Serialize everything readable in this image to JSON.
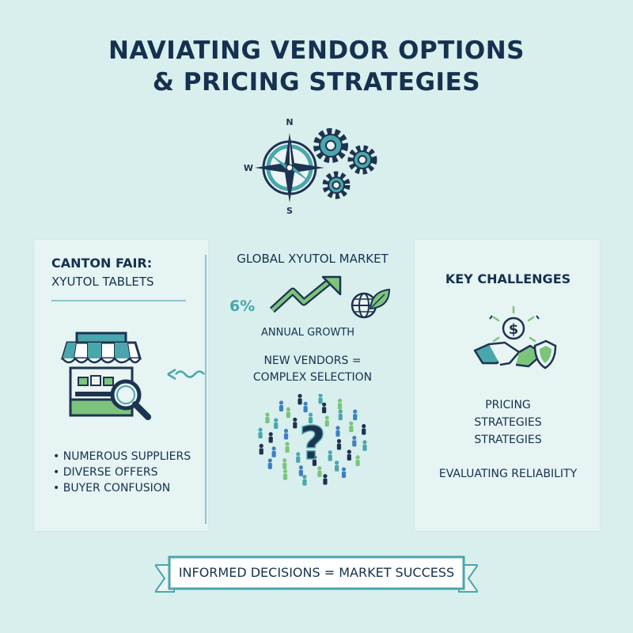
{
  "title": {
    "line1": "NAVIATING VENDOR OPTIONS",
    "line2": "& PRICING STRATEGIES"
  },
  "compass": {
    "north": "N",
    "west": "W",
    "south": "S"
  },
  "left_panel": {
    "heading": "CANTON FAIR:",
    "subheading": "XYUTOL TABLETS",
    "bullets": [
      "NUMEROUS SUPPLIERS",
      "DIVERSE OFFERS",
      "BUYER CONFUSION"
    ]
  },
  "middle": {
    "heading": "GLOBAL XYUTOL MARKET",
    "growth_value": "6%",
    "growth_label": "ANNUAL GROWTH",
    "new_vendors_line1": "NEW VENDORS =",
    "new_vendors_line2": "COMPLEX SELECTION"
  },
  "right_panel": {
    "heading": "KEY CHALLENGES",
    "strategy_lines": [
      "PRICING",
      "STRATEGIES",
      "STRATEGIES"
    ],
    "evaluating": "EVALUATING RELIABILITY"
  },
  "banner": {
    "text": "INFORMED DECISIONS = MARKET SUCCESS"
  },
  "colors": {
    "background": "#d8efee",
    "navy": "#15314f",
    "teal": "#4aa6ad",
    "green": "#7cc47c",
    "blue": "#3f7fc2"
  },
  "icons": [
    "compass-icon",
    "gears-icon",
    "market-stall-icon",
    "magnifier-icon",
    "trend-arrow-icon",
    "globe-leaf-icon",
    "crowd-icon",
    "question-mark-icon",
    "dollar-coin-icon",
    "handshake-icon",
    "shield-icon"
  ]
}
